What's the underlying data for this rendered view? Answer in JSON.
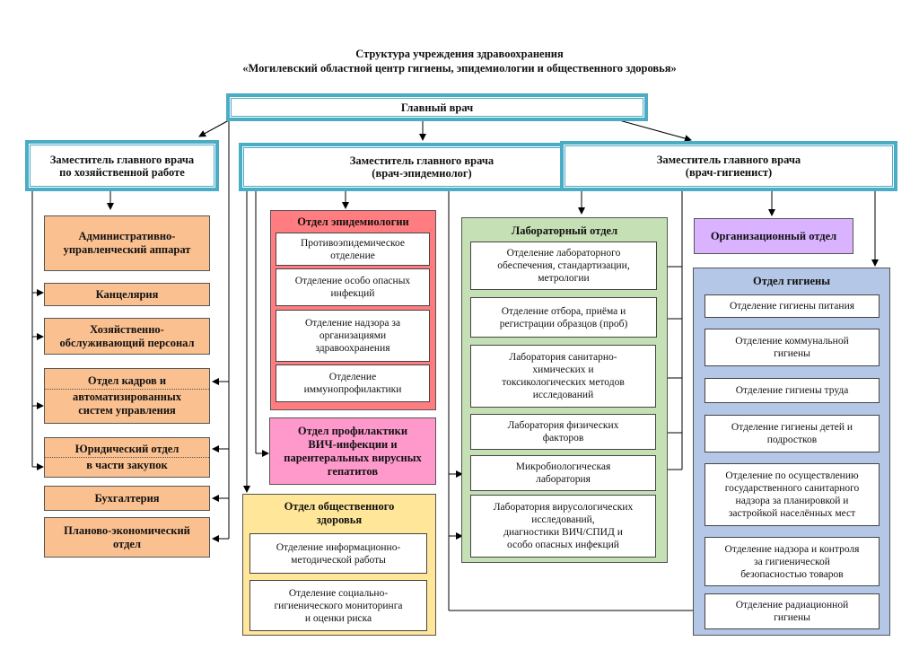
{
  "title": {
    "line1": "Структура учреждения здравоохранения",
    "line2": "«Могилевский областной центр гигиены, эпидемиологии и общественного здоровья»"
  },
  "chief": {
    "label": "Главный врач"
  },
  "deputies": {
    "economic": {
      "label": "Заместитель главного врача\nпо хозяйственной работе"
    },
    "epidemiologist": {
      "label": "Заместитель главного врача\n(врач-эпидемиолог)"
    },
    "hygienist": {
      "label": "Заместитель главного врача\n(врач-гигиенист)"
    }
  },
  "admin_units": [
    {
      "label": "Административно-\nуправленческий аппарат"
    },
    {
      "label": "Канцелярия"
    },
    {
      "label": "Хозяйственно-\nобслуживающий персонал"
    },
    {
      "label_top": "Отдел кадров и",
      "label_bottom": "автоматизированных\nсистем управления"
    },
    {
      "label_top": "Юридический отдел",
      "label_bottom": "в части закупок"
    },
    {
      "label": "Бухгалтерия"
    },
    {
      "label": "Планово-экономический\nотдел"
    }
  ],
  "epidemiology_dept": {
    "title": "Отдел эпидемиологии",
    "units": [
      "Противоэпидемическое\nотделение",
      "Отделение особо опасных\nинфекций",
      "Отделение надзора за\nорганизациями\nздравоохранения",
      "Отделение\nиммунопрофилактики"
    ]
  },
  "hiv_dept": {
    "label": "Отдел профилактики\nВИЧ-инфекции и\nпарентеральных вирусных\nгепатитов"
  },
  "public_health_dept": {
    "title": "Отдел общественного\nздоровья",
    "units": [
      "Отделение информационно-\nметодической работы",
      "Отделение социально-\nгигиенического мониторинга\nи оценки риска"
    ]
  },
  "lab_dept": {
    "title": "Лабораторный отдел",
    "units": [
      "Отделение лабораторного\nобеспечения, стандартизации,\nметрологии",
      "Отделение отбора, приёма и\nрегистрации образцов (проб)",
      "Лаборатория санитарно-\nхимических и\nтоксикологических методов\nисследований",
      "Лаборатория физических\nфакторов",
      "Микробиологическая\nлаборатория",
      "Лаборатория вирусологических\nисследований,\nдиагностики ВИЧ/СПИД и\nособо опасных инфекций"
    ]
  },
  "org_dept": {
    "label": "Организационный отдел"
  },
  "hygiene_dept": {
    "title": "Отдел гигиены",
    "units": [
      "Отделение гигиены питания",
      "Отделение коммунальной\nгигиены",
      "Отделение гигиены труда",
      "Отделение гигиены детей и\nподростков",
      "Отделение по осуществлению\nгосударственного санитарного\nнадзора за планировкой и\nзастройкой населённых мест",
      "Отделение надзора и контроля\nза гигиенической\nбезопасностью товаров",
      "Отделение радиационной\nгигиены"
    ]
  },
  "colors": {
    "frame": "#4bacc6",
    "admin": "#fac090",
    "epidemiology": "#ff7c80",
    "hiv": "#ff99cc",
    "public_health": "#ffe699",
    "lab": "#c5e0b4",
    "org": "#d9b3ff",
    "hygiene": "#b4c7e7"
  }
}
